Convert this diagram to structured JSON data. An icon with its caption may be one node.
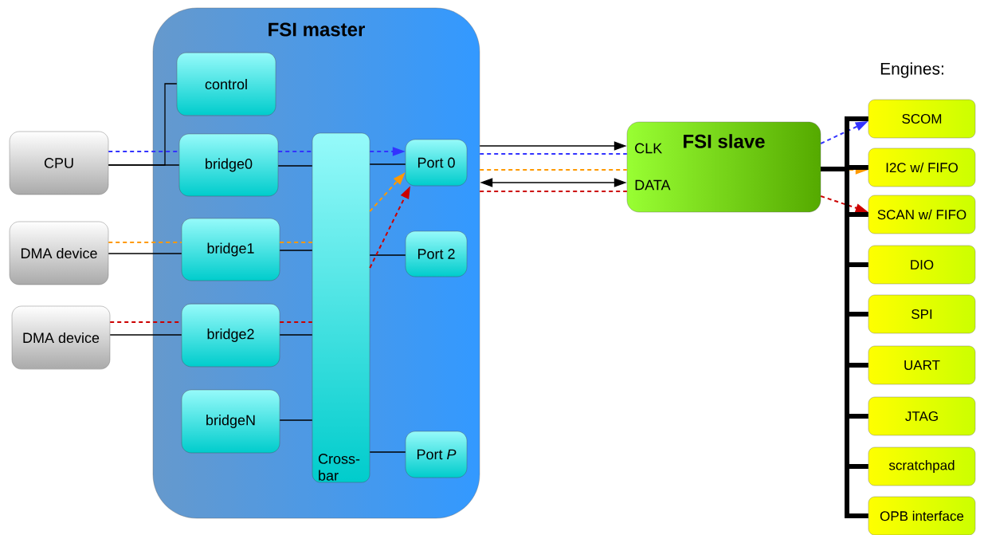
{
  "diagram": {
    "nodes": [
      {
        "text": [
          "FSI master"
        ]
      },
      {
        "text": [
          "control"
        ],
        "in": 0
      },
      {
        "text": [
          "bridge0"
        ],
        "in": 0
      },
      {
        "text": [
          "bridge1"
        ],
        "in": 0
      },
      {
        "text": [
          "bridge2"
        ],
        "in": 0
      },
      {
        "text": [
          "bridgeN"
        ],
        "in": 0
      },
      {
        "text": [
          "Cross- bar"
        ],
        "in": 0
      },
      {
        "text": [
          "Port 0"
        ],
        "in": 0
      },
      {
        "text": [
          "Port 2"
        ],
        "in": 0
      },
      {
        "text": [
          "Port *P*"
        ],
        "in": 0
      },
      {
        "text": [
          "CPU"
        ]
      },
      {
        "text": [
          "DMA device"
        ]
      },
      {
        "text": [
          "DMA device"
        ]
      },
      {
        "text": [
          "FSI slave",
          "CLK",
          "DATA"
        ]
      },
      {
        "text": [
          "SCOM"
        ]
      },
      {
        "text": [
          "I2C w/ FIFO"
        ]
      },
      {
        "text": [
          "SCAN w/ FIFO"
        ]
      },
      {
        "text": [
          "DIO"
        ]
      },
      {
        "text": [
          "SPI"
        ]
      },
      {
        "text": [
          "UART"
        ]
      },
      {
        "text": [
          "JTAG"
        ]
      },
      {
        "text": [
          "scratchpad"
        ]
      },
      {
        "text": [
          "OPB interface"
        ]
      }
    ],
    "edges": [
      {
        "from": 10,
        "to": 2,
        "arrow": "none"
      },
      {
        "from": 10,
        "to": 1,
        "arrow": "none"
      },
      {
        "from": 11,
        "to": 3,
        "arrow": "none"
      },
      {
        "from": 12,
        "to": 4,
        "arrow": "none"
      },
      {
        "from": 2,
        "to": 6,
        "arrow": "none"
      },
      {
        "from": 3,
        "to": 6,
        "arrow": "none"
      },
      {
        "from": 4,
        "to": 6,
        "arrow": "none"
      },
      {
        "from": 5,
        "to": 6,
        "arrow": "none"
      },
      {
        "from": 6,
        "to": 7,
        "arrow": "none"
      },
      {
        "from": 6,
        "to": 8,
        "arrow": "none"
      },
      {
        "from": 6,
        "to": 9,
        "arrow": "none"
      },
      {
        "from": 0,
        "to": 13,
        "arrow": "to"
      },
      {
        "from": 0,
        "to": 13,
        "arrow": "both"
      },
      {
        "from": 10,
        "to": 2,
        "arrow": "none",
        "style": "dashed",
        "color": "#3333ff"
      },
      {
        "from": 2,
        "to": 6,
        "arrow": "none",
        "style": "dashed",
        "color": "#3333ff"
      },
      {
        "from": 6,
        "to": 7,
        "arrow": "to",
        "style": "dashed",
        "color": "#3333ff"
      },
      {
        "from": 0,
        "to": 13,
        "arrow": "none",
        "style": "dashed",
        "color": "#3333ff"
      },
      {
        "from": 13,
        "to": 14,
        "arrow": "to",
        "style": "dashed",
        "color": "#3333ff"
      },
      {
        "from": 11,
        "to": 3,
        "arrow": "none",
        "style": "dashed",
        "color": "#ff9900"
      },
      {
        "from": 3,
        "to": 6,
        "arrow": "none",
        "style": "dashed",
        "color": "#ff9900"
      },
      {
        "from": 6,
        "to": 7,
        "arrow": "to",
        "style": "dashed",
        "color": "#ff9900"
      },
      {
        "from": 0,
        "to": 13,
        "arrow": "none",
        "style": "dashed",
        "color": "#ff9900"
      },
      {
        "from": 13,
        "to": 15,
        "arrow": "to",
        "style": "dashed",
        "color": "#ff9900"
      },
      {
        "from": 12,
        "to": 4,
        "arrow": "none",
        "style": "dashed",
        "color": "#cc0000"
      },
      {
        "from": 4,
        "to": 6,
        "arrow": "none",
        "style": "dashed",
        "color": "#cc0000"
      },
      {
        "from": 6,
        "to": 7,
        "arrow": "to",
        "style": "dashed",
        "color": "#cc0000"
      },
      {
        "from": 0,
        "to": 13,
        "arrow": "none",
        "style": "dashed",
        "color": "#cc0000"
      },
      {
        "from": 13,
        "to": 16,
        "arrow": "to",
        "style": "dashed",
        "color": "#cc0000"
      },
      {
        "from": 13,
        "to": 14,
        "arrow": "none",
        "style": "thick"
      },
      {
        "from": 13,
        "to": 15,
        "arrow": "none",
        "style": "thick"
      },
      {
        "from": 13,
        "to": 16,
        "arrow": "none",
        "style": "thick"
      },
      {
        "from": 13,
        "to": 17,
        "arrow": "none",
        "style": "thick"
      },
      {
        "from": 13,
        "to": 18,
        "arrow": "none",
        "style": "thick"
      },
      {
        "from": 13,
        "to": 19,
        "arrow": "none",
        "style": "thick"
      },
      {
        "from": 13,
        "to": 20,
        "arrow": "none",
        "style": "thick"
      },
      {
        "from": 13,
        "to": 21,
        "arrow": "none",
        "style": "thick"
      },
      {
        "from": 13,
        "to": 22,
        "arrow": "none",
        "style": "thick"
      }
    ],
    "labels": [
      "Engines:"
    ]
  }
}
